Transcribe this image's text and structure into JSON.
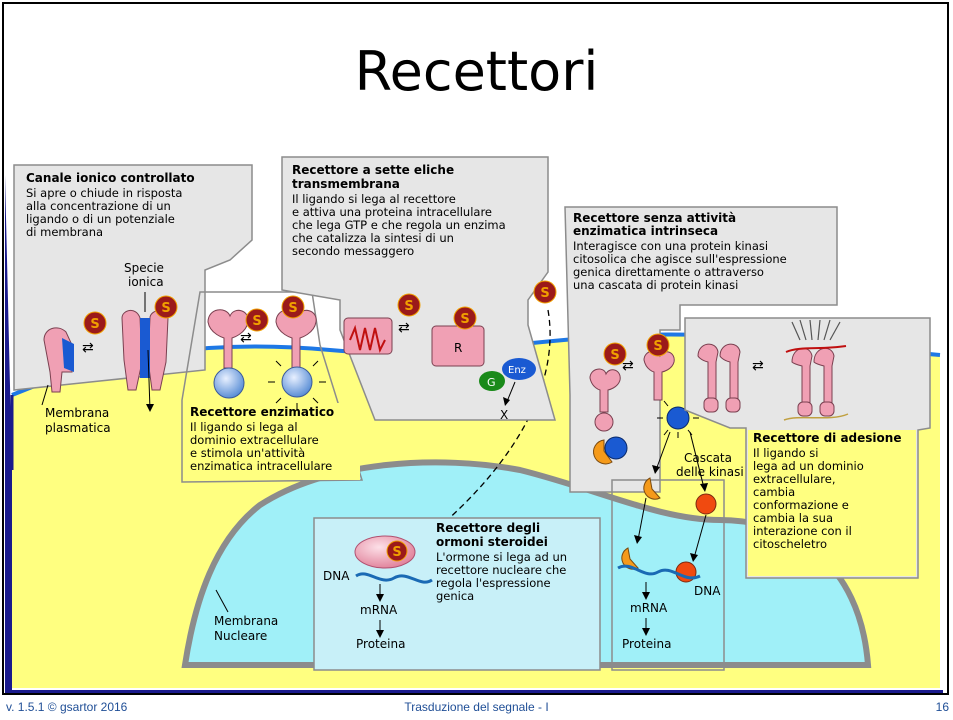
{
  "slide": {
    "title": "Recettori",
    "footer_left": "v. 1.5.1 © gsartor 2016",
    "footer_center": "Trasduzione del segnale - I",
    "footer_right": "16"
  },
  "ligand_symbol": "S",
  "boxes": {
    "ion_channel": {
      "title": "Canale ionico controllato",
      "lines": [
        "Si apre o chiude in risposta",
        "alla concentrazione di un",
        "ligando o di un potenziale",
        "di membrana"
      ]
    },
    "seven_tm": {
      "title": [
        "Recettore a sette eliche",
        "transmembrana"
      ],
      "lines": [
        "Il ligando si lega al recettore",
        "e attiva una proteina intracellulare",
        "che lega GTP e che regola un enzima",
        "che catalizza la sintesi di un",
        "secondo messaggero"
      ]
    },
    "no_enzyme": {
      "title": [
        "Recettore senza attività",
        "enzimatica intrinseca"
      ],
      "lines": [
        "Interagisce con una protein kinasi",
        "citosolica che agisce sull'espressione",
        "genica direttamente o attraverso",
        "una cascata di protein kinasi"
      ]
    },
    "enzymatic": {
      "title": "Recettore enzimatico",
      "lines": [
        "Il ligando si lega al",
        "dominio extracellulare",
        "e stimola un'attività",
        "enzimatica intracellulare"
      ]
    },
    "adhesion": {
      "title": "Recettore di adesione",
      "lines": [
        "Il ligando si",
        "lega ad un dominio",
        "extracellulare,",
        "cambia",
        "conformazione e",
        "cambia la sua",
        "interazione con il",
        "citoscheletro"
      ]
    },
    "steroid": {
      "title": [
        "Recettore degli",
        "ormoni steroidei"
      ],
      "lines": [
        "L'ormone si lega ad un",
        "recettore nucleare che",
        "regola l'espressione",
        "genica"
      ]
    }
  },
  "labels": {
    "ionic_species": [
      "Specie",
      "ionica"
    ],
    "plasma_membrane": [
      "Membrana",
      "plasmatica"
    ],
    "nuclear_membrane": [
      "Membrana",
      "Nucleare"
    ],
    "kinase_cascade": [
      "Cascata",
      "delle kinasi"
    ],
    "dna": "DNA",
    "mrna": "mRNA",
    "protein": "Proteina",
    "r": "R",
    "g": "G",
    "enz": "Enz",
    "x": "X"
  },
  "colors": {
    "membrane": "#1e78e6",
    "cytoplasm": "#ffff80",
    "nucleus": "#a0f0f8",
    "receptor": "#f0a0b4",
    "ligand": "#9b1a1a",
    "label_box": "#e6e6e6",
    "orange": "#f59a1a",
    "blue": "#1a5ad2"
  }
}
